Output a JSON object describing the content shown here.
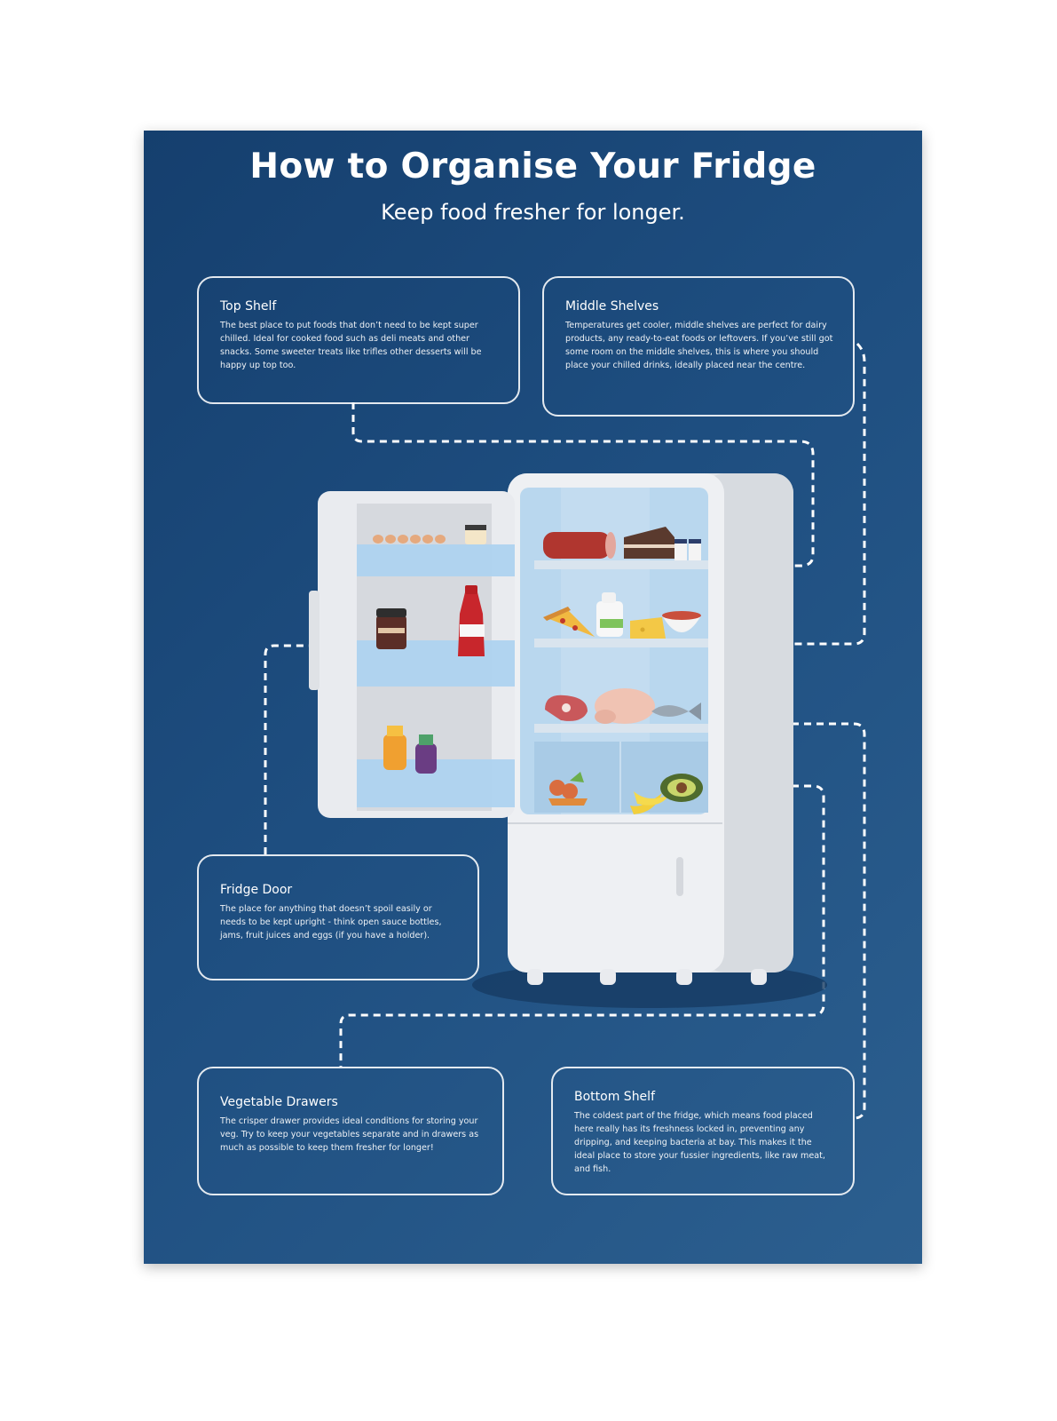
{
  "poster": {
    "title": "How to Organise Your Fridge",
    "subtitle": "Keep food fresher for longer."
  },
  "boxes": {
    "top_shelf": {
      "title": "Top Shelf",
      "body": "The best place to put foods that don’t need to be kept super chilled. Ideal for cooked food such as deli meats and other snacks. Some sweeter treats like trifles other desserts will be happy up top too."
    },
    "middle_shelves": {
      "title": "Middle Shelves",
      "body": "Temperatures get cooler, middle shelves are perfect for dairy products, any ready-to-eat foods or leftovers.  If you’ve still got some room on the middle shelves, this is where you should place your chilled drinks, ideally placed near the centre."
    },
    "fridge_door": {
      "title": "Fridge Door",
      "body": "The place for anything that doesn’t spoil easily or needs to be kept upright - think open sauce bottles, jams, fruit juices and eggs (if you have a holder)."
    },
    "vegetable_drawers": {
      "title": "Vegetable Drawers",
      "body": "The crisper drawer provides ideal conditions for storing your veg. Try to keep your vegetables separate and in drawers as much as possible to keep them fresher for longer!"
    },
    "bottom_shelf": {
      "title": "Bottom Shelf",
      "body": "The coldest part of the fridge, which means food placed here really has its freshness locked in, preventing any dripping, and keeping bacteria at bay. This makes it the ideal place to store your fussier ingredients, like raw meat, and fish."
    }
  },
  "colors": {
    "background": "#1e4e80",
    "text": "#ffffff",
    "fridge_body": "#eceef1",
    "fridge_interior": "#b9d7ee"
  }
}
